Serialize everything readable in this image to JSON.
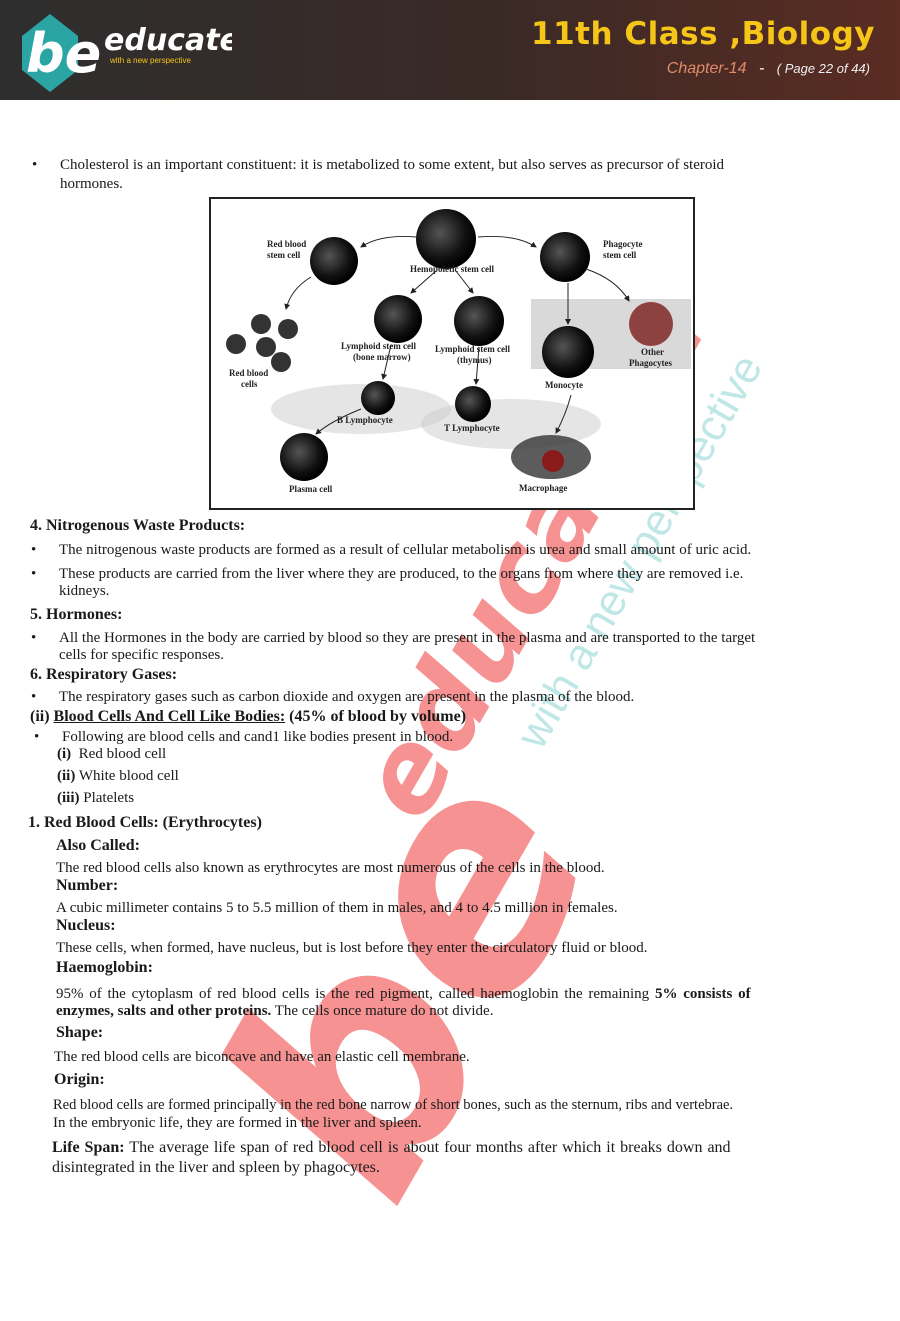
{
  "header": {
    "brand": "be",
    "brand_word": "educated",
    "tagline": "with a new perspective",
    "title": "11th Class ,Biology",
    "chapter": "Chapter-14",
    "separator": "-",
    "page": "( Page 22 of 44)"
  },
  "watermark": {
    "brand": "be",
    "word": "educated",
    "tagline": "with a new perspective"
  },
  "intro": "Cholesterol is an important constituent: it is metabolized to some extent, but also serves as precursor of steroid",
  "intro_cont": "hormones.",
  "diagram": {
    "labels": {
      "hemopoietic": "Hemopoietic stem cell",
      "red_stem": "Red blood",
      "red_stem2": "stem cell",
      "phagocyte": "Phagocyte",
      "phagocyte2": "stem cell",
      "red_cells": "Red blood",
      "red_cells2": "cells",
      "lymph_bone": "Lymphoid stem cell",
      "lymph_bone2": "(bone marrow)",
      "lymph_thymus": "Lymphoid stem cell",
      "lymph_thymus2": "(thymus)",
      "monocyte": "Monocyte",
      "other": "Other",
      "other2": "Phagocytes",
      "b_lymph": "B Lymphocyte",
      "t_lymph": "T Lymphocyte",
      "plasma": "Plasma cell",
      "macrophage": "Macrophage"
    }
  },
  "sections": {
    "s4_title": "4.  Nitrogenous Waste Products:",
    "s4_b1": "The nitrogenous waste products are formed as a result of cellular metabolism is urea and small amount of uric acid.",
    "s4_b2": "These products are carried from the liver where they are produced, to the organs from where they are removed i.e.",
    "s4_b2c": "kidneys.",
    "s5_title": "5.  Hormones:",
    "s5_b1": "All the Hormones in the body are carried by blood so they are present in the plasma and are transported to the target",
    "s5_b1c": "cells for specific responses.",
    "s6_title": "6.  Respiratory Gases:",
    "s6_b1": "The respiratory gases such as carbon dioxide and oxygen are present in the plasma of the blood.",
    "ii_prefix": "(ii)",
    "ii_title": "Blood Cells And Cell Like Bodies:",
    "ii_suffix": "(45% of blood by volume)",
    "ii_b1": "Following are blood cells and cand1 like bodies present in blood.",
    "list": [
      {
        "num": "(i)",
        "text": "Red blood cell"
      },
      {
        "num": "(ii)",
        "text": "White blood cell"
      },
      {
        "num": "(iii)",
        "text": "Platelets"
      }
    ],
    "rbc_title": "1.   Red Blood Cells: (Erythrocytes)",
    "also_called_h": "Also Called:",
    "also_called": "The red blood cells also known as erythrocytes are most numerous of the cells in the blood.",
    "number_h": "Number:",
    "number": "A cubic millimeter contains 5 to 5.5 million of them in males, and 4 to 4.5 million in females.",
    "nucleus_h": "Nucleus:",
    "nucleus": "These cells, when formed, have nucleus, but is lost before they enter the circulatory fluid or blood.",
    "haemo_h": "Haemoglobin:",
    "haemo_1a": "95% of the cytoplasm of red blood cells is the red pigment, called haemoglobin the remaining",
    "haemo_1b": "5% consists of",
    "haemo_2a": "enzymes, salts and other proteins.",
    "haemo_2b": "The cells once mature do not divide.",
    "shape_h": "Shape:",
    "shape": "The red blood cells are biconcave and have an elastic cell membrane.",
    "origin_h": "Origin:",
    "origin_1": "Red blood cells are formed principally in the red bone narrow of short bones, such as the sternum, ribs and vertebrae.",
    "origin_2": "In the embryonic life, they are formed in the liver and spleen.",
    "life_h": "Life Span:",
    "life_1": "The average life span of red blood cell is about four months after which it breaks down and",
    "life_2": "disintegrated in the liver and spleen by phagocytes."
  }
}
